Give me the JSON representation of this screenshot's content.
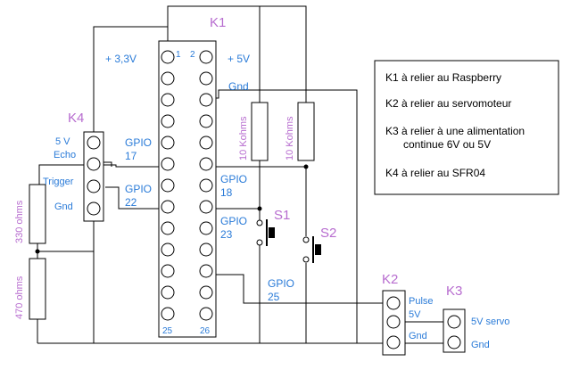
{
  "connectors": {
    "k1": {
      "label": "K1",
      "pin1": "1",
      "pin2": "2",
      "pin25": "25",
      "pin26": "26"
    },
    "k2": {
      "label": "K2"
    },
    "k3": {
      "label": "K3"
    },
    "k4": {
      "label": "K4"
    }
  },
  "switches": {
    "s1": "S1",
    "s2": "S2"
  },
  "resistors": {
    "r1": "10 Kohms",
    "r2": "10 Kohms",
    "r3": "330 ohms",
    "r4": "470 ohms"
  },
  "labels": {
    "v33": "+ 3,3V",
    "v5": "+ 5V",
    "gnd": "Gnd",
    "gpio17_a": "GPIO",
    "gpio17_b": "17",
    "gpio22_a": "GPIO",
    "gpio22_b": "22",
    "gpio18_a": "GPIO",
    "gpio18_b": "18",
    "gpio23_a": "GPIO",
    "gpio23_b": "23",
    "gpio25_a": "GPIO",
    "gpio25_b": "25",
    "k4_5v": "5 V",
    "k4_echo": "Echo",
    "k4_trigger": "Trigger",
    "k4_gnd": "Gnd",
    "k2_pulse": "Pulse",
    "k2_5v": "5V",
    "k2_gnd": "Gnd",
    "k3_5v": "5V servo",
    "k3_gnd": "Gnd"
  },
  "legend": {
    "line1": "K1 à relier au Raspberry",
    "line2": "K2 à relier au servomoteur",
    "line3a": "K3 à relier à une alimentation",
    "line3b": "continue 6V ou 5V",
    "line4": "K4 à relier au SFR04"
  }
}
